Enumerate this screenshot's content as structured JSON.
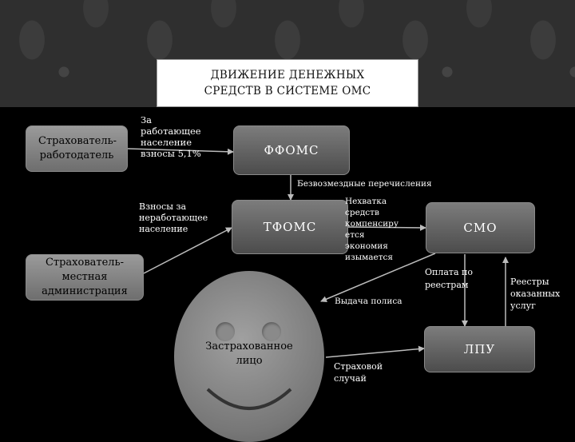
{
  "title": "ДВИЖЕНИЕ ДЕНЕЖНЫХ\nСРЕДСТВ В СИСТЕМЕ ОМС",
  "boxes": {
    "employer": "Страхователь-работодатель",
    "ffoms": "ФФОМС",
    "tfoms": "ТФОМС",
    "smo": "СМО",
    "local_admin": "Страхователь-местная администрация",
    "lpu": "ЛПУ",
    "insured": "Застрахованное лицо"
  },
  "labels": {
    "contrib_working": "За работающее население взносы 5,1%",
    "transfers": "Безвозмездные перечисления",
    "contrib_nonworking": "Взносы за неработающее население",
    "shortage": "Нехватка средств компенсиру ется экономия изымается",
    "policy": "Выдача полиса",
    "payment": "Оплата по реестрам",
    "registries": "Реестры оказанных услуг",
    "insured_event": "Страховой случай"
  }
}
